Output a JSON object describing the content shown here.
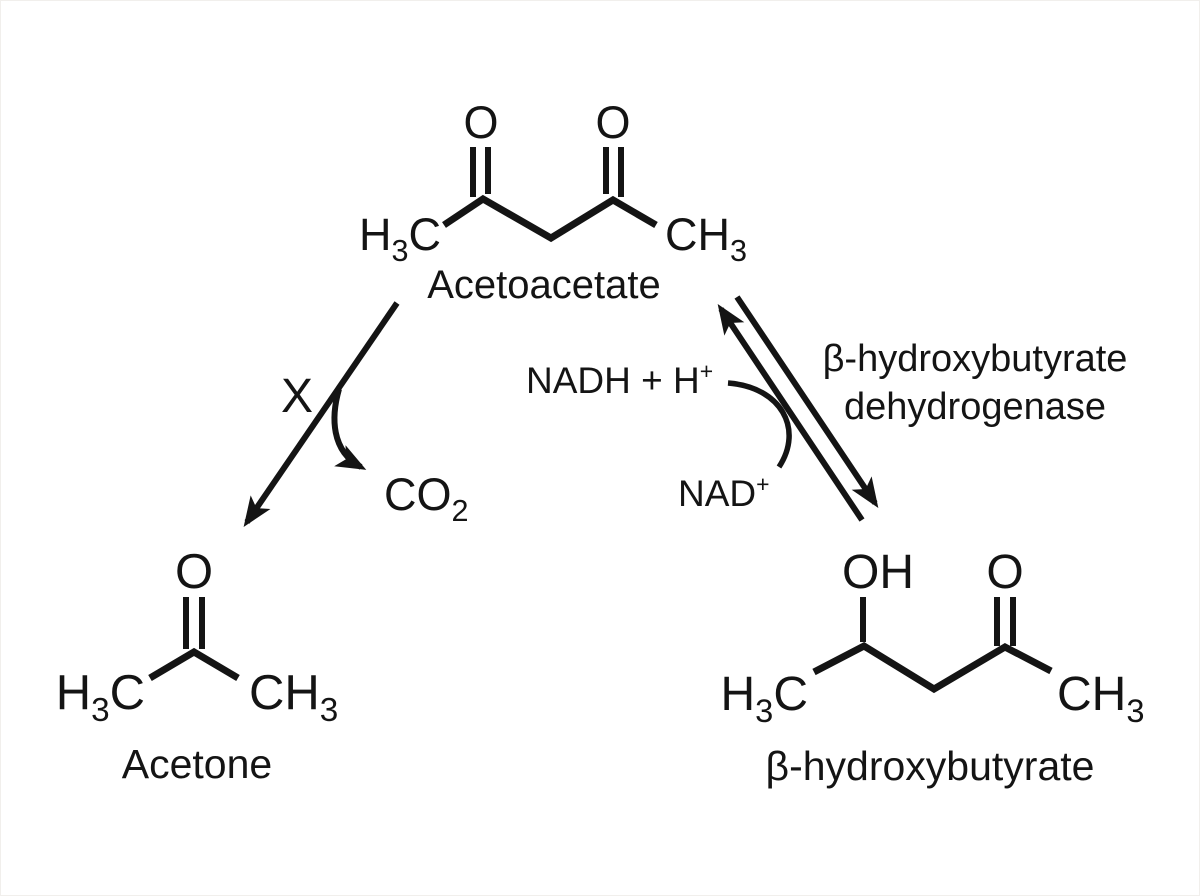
{
  "colors": {
    "ink": "#141414",
    "background": "#ffffff"
  },
  "acetoacetate": {
    "name": "Acetoacetate",
    "oxygen_left": "O",
    "oxygen_right": "O",
    "methyl_left": {
      "pre": "H",
      "sub": "3",
      "post": "C"
    },
    "methyl_right": {
      "pre": "CH",
      "sub": "3"
    }
  },
  "decarboxylation": {
    "blocked_label": "X",
    "co2": {
      "pre": "CO",
      "sub": "2"
    }
  },
  "reduction": {
    "nadh": {
      "pre": "NADH + H",
      "sup": "+"
    },
    "nad": {
      "pre": "NAD",
      "sup": "+"
    },
    "enzyme_line1": "β-hydroxybutyrate",
    "enzyme_line2": "dehydrogenase"
  },
  "acetone": {
    "name": "Acetone",
    "oxygen": "O",
    "methyl_left": {
      "pre": "H",
      "sub": "3",
      "post": "C"
    },
    "methyl_right": {
      "pre": "CH",
      "sub": "3"
    }
  },
  "beta_hydroxybutyrate": {
    "name": "β-hydroxybutyrate",
    "hydroxyl": "OH",
    "oxygen": "O",
    "methyl_left": {
      "pre": "H",
      "sub": "3",
      "post": "C"
    },
    "methyl_right": {
      "pre": "CH",
      "sub": "3"
    }
  }
}
